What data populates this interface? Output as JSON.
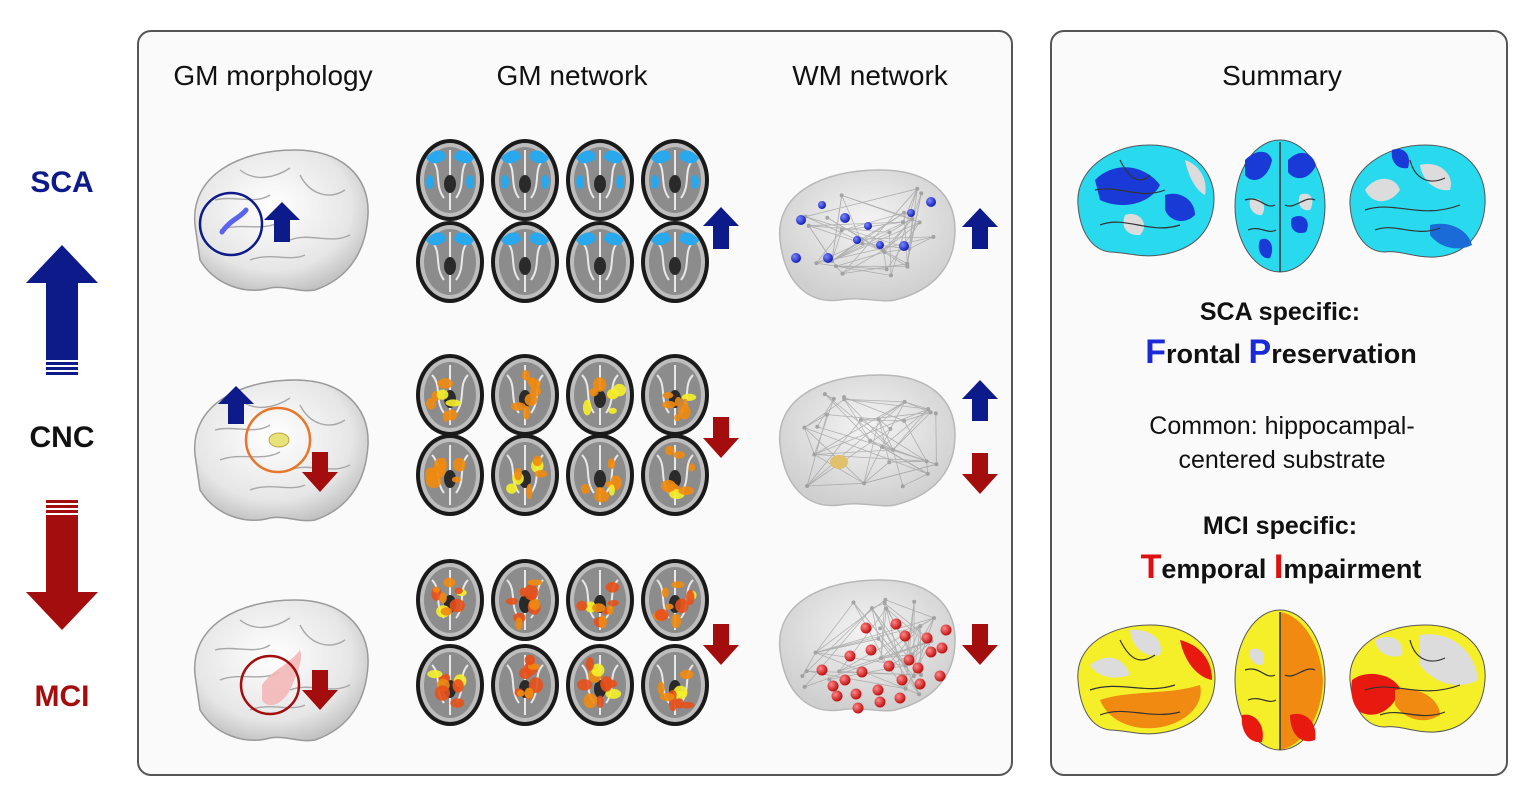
{
  "left_axis": {
    "top_label": "SCA",
    "middle_label": "CNC",
    "bottom_label": "MCI"
  },
  "main_panel": {
    "columns": [
      "GM morphology",
      "GM network",
      "WM network"
    ]
  },
  "summary_panel": {
    "title": "Summary",
    "sca_heading": "SCA specific:",
    "sca_term": {
      "word1_initial": "F",
      "word1_rest": "rontal ",
      "word2_initial": "P",
      "word2_rest": "reservation"
    },
    "common_line1": "Common: hippocampal-",
    "common_line2": "centered substrate",
    "mci_heading": "MCI specific:",
    "mci_term": {
      "word1_initial": "T",
      "word1_rest": "emporal ",
      "word2_initial": "I",
      "word2_rest": "mpairment"
    }
  },
  "colors": {
    "sca_blue": "#0d1a8a",
    "mci_red": "#a30d0d",
    "frontal_blue": "#1a2ad8",
    "temporal_red": "#e01010",
    "cyan": "#29d9ee",
    "orange": "#f08a10",
    "yellow": "#f5ef2a"
  }
}
